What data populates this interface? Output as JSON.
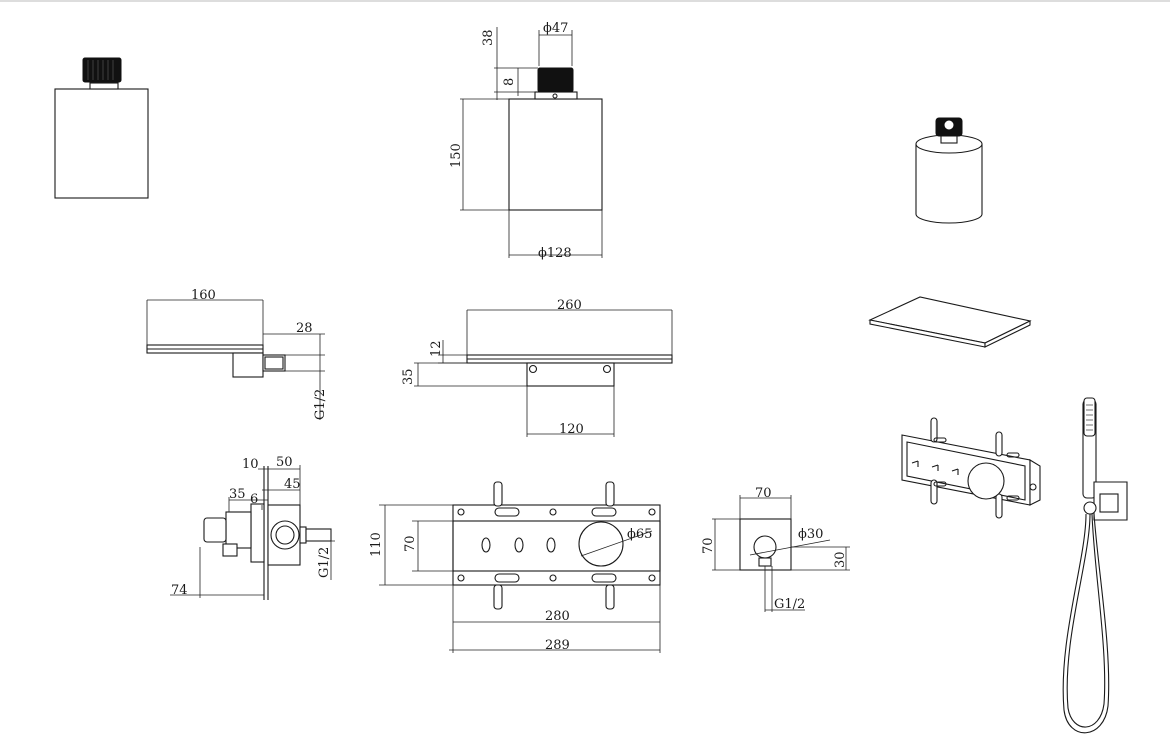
{
  "title": "",
  "dimensions": {
    "knob_diameter": "ϕ47",
    "knob_height": "38",
    "knob_gap": "8",
    "body_height": "150",
    "body_diameter": "ϕ128",
    "spout_length": "160",
    "spout_depth": "28",
    "spout_thread": "G1/2",
    "spout_wide_length": "260",
    "spout_wide_thickness": "12",
    "spout_wide_offset": "35",
    "spout_wide_bracket": "120",
    "valve_side_10": "10",
    "valve_side_50": "50",
    "valve_side_45": "45",
    "valve_side_35": "35",
    "valve_side_6": "6",
    "valve_side_74": "74",
    "valve_side_thread": "G1/2",
    "box_height_110": "110",
    "box_height_70": "70",
    "box_knob_diameter": "ϕ65",
    "box_width_280": "280",
    "box_width_289": "289",
    "outlet_width": "70",
    "outlet_height": "70",
    "outlet_diameter": "ϕ30",
    "outlet_offset": "30",
    "outlet_thread": "G1/2"
  }
}
